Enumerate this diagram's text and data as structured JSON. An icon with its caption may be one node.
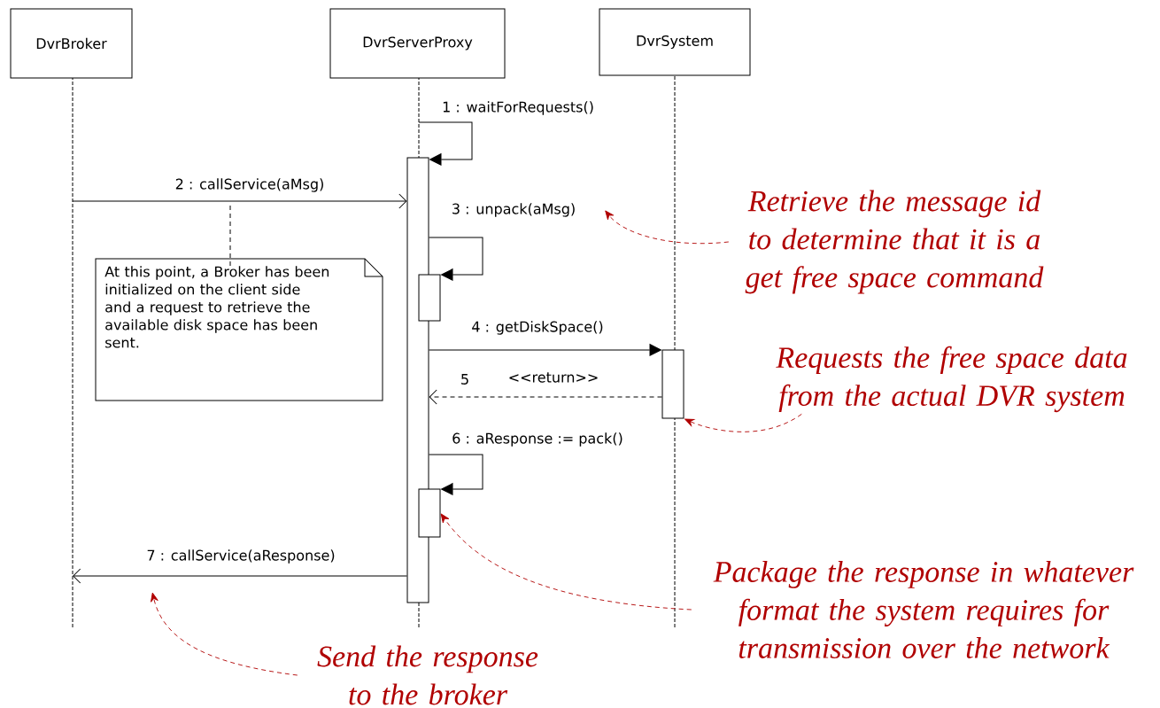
{
  "diagram": {
    "nodes": [
      {
        "text": [
          "DvrBroker"
        ]
      },
      {
        "text": [
          "DvrServerProxy"
        ]
      },
      {
        "text": [
          "DvrSystem"
        ]
      },
      {
        "text": [],
        "shape": "line"
      },
      {
        "text": [],
        "shape": "line"
      },
      {
        "text": [],
        "shape": "line"
      },
      {
        "text": [],
        "shape": "bar"
      },
      {
        "text": [],
        "shape": "bar"
      },
      {
        "text": [],
        "shape": "bar"
      },
      {
        "text": [],
        "shape": "bar"
      },
      {
        "text": [
          "At this point, a Broker has been initialized on the client side and a request to retrieve the available disk space has been sent."
        ]
      },
      {
        "text": [
          "Retrieve the message id to determine that it is a get free space command"
        ]
      },
      {
        "text": [
          "Requests the free space data from the actual DVR system"
        ]
      },
      {
        "text": [
          "Package the response in whatever format the system requires for transmission over the network"
        ]
      },
      {
        "text": [
          "Send the response to the broker"
        ]
      }
    ],
    "edges": [
      {
        "from": 4,
        "to": 6,
        "arrow": "to",
        "label": "1 : waitForRequests()"
      },
      {
        "from": 3,
        "to": 6,
        "arrow": "to",
        "label": "2 : callService(aMsg)"
      },
      {
        "from": 6,
        "to": 7,
        "arrow": "to",
        "label": "3 : unpack(aMsg)"
      },
      {
        "from": 6,
        "to": 8,
        "arrow": "to",
        "label": "4 : getDiskSpace()"
      },
      {
        "from": 8,
        "to": 6,
        "arrow": "to",
        "label": "5",
        "style": "dashed"
      },
      {
        "from": 6,
        "to": 9,
        "arrow": "to",
        "label": "6 : aResponse := pack()"
      },
      {
        "from": 6,
        "to": 3,
        "arrow": "to",
        "label": "7 : callService(aResponse)"
      },
      {
        "from": 10,
        "to": null,
        "arrow": "none",
        "style": "dashed"
      },
      {
        "from": 11,
        "to": null,
        "arrow": "to",
        "style": "dashed",
        "color": "#b00000"
      },
      {
        "from": 12,
        "to": 8,
        "arrow": "to",
        "style": "dashed",
        "color": "#b00000"
      },
      {
        "from": 13,
        "to": 9,
        "arrow": "to",
        "style": "dashed",
        "color": "#b00000"
      },
      {
        "from": 14,
        "to": null,
        "arrow": "to",
        "style": "dashed",
        "color": "#b00000"
      }
    ],
    "labels": [
      "<<return>>"
    ]
  }
}
